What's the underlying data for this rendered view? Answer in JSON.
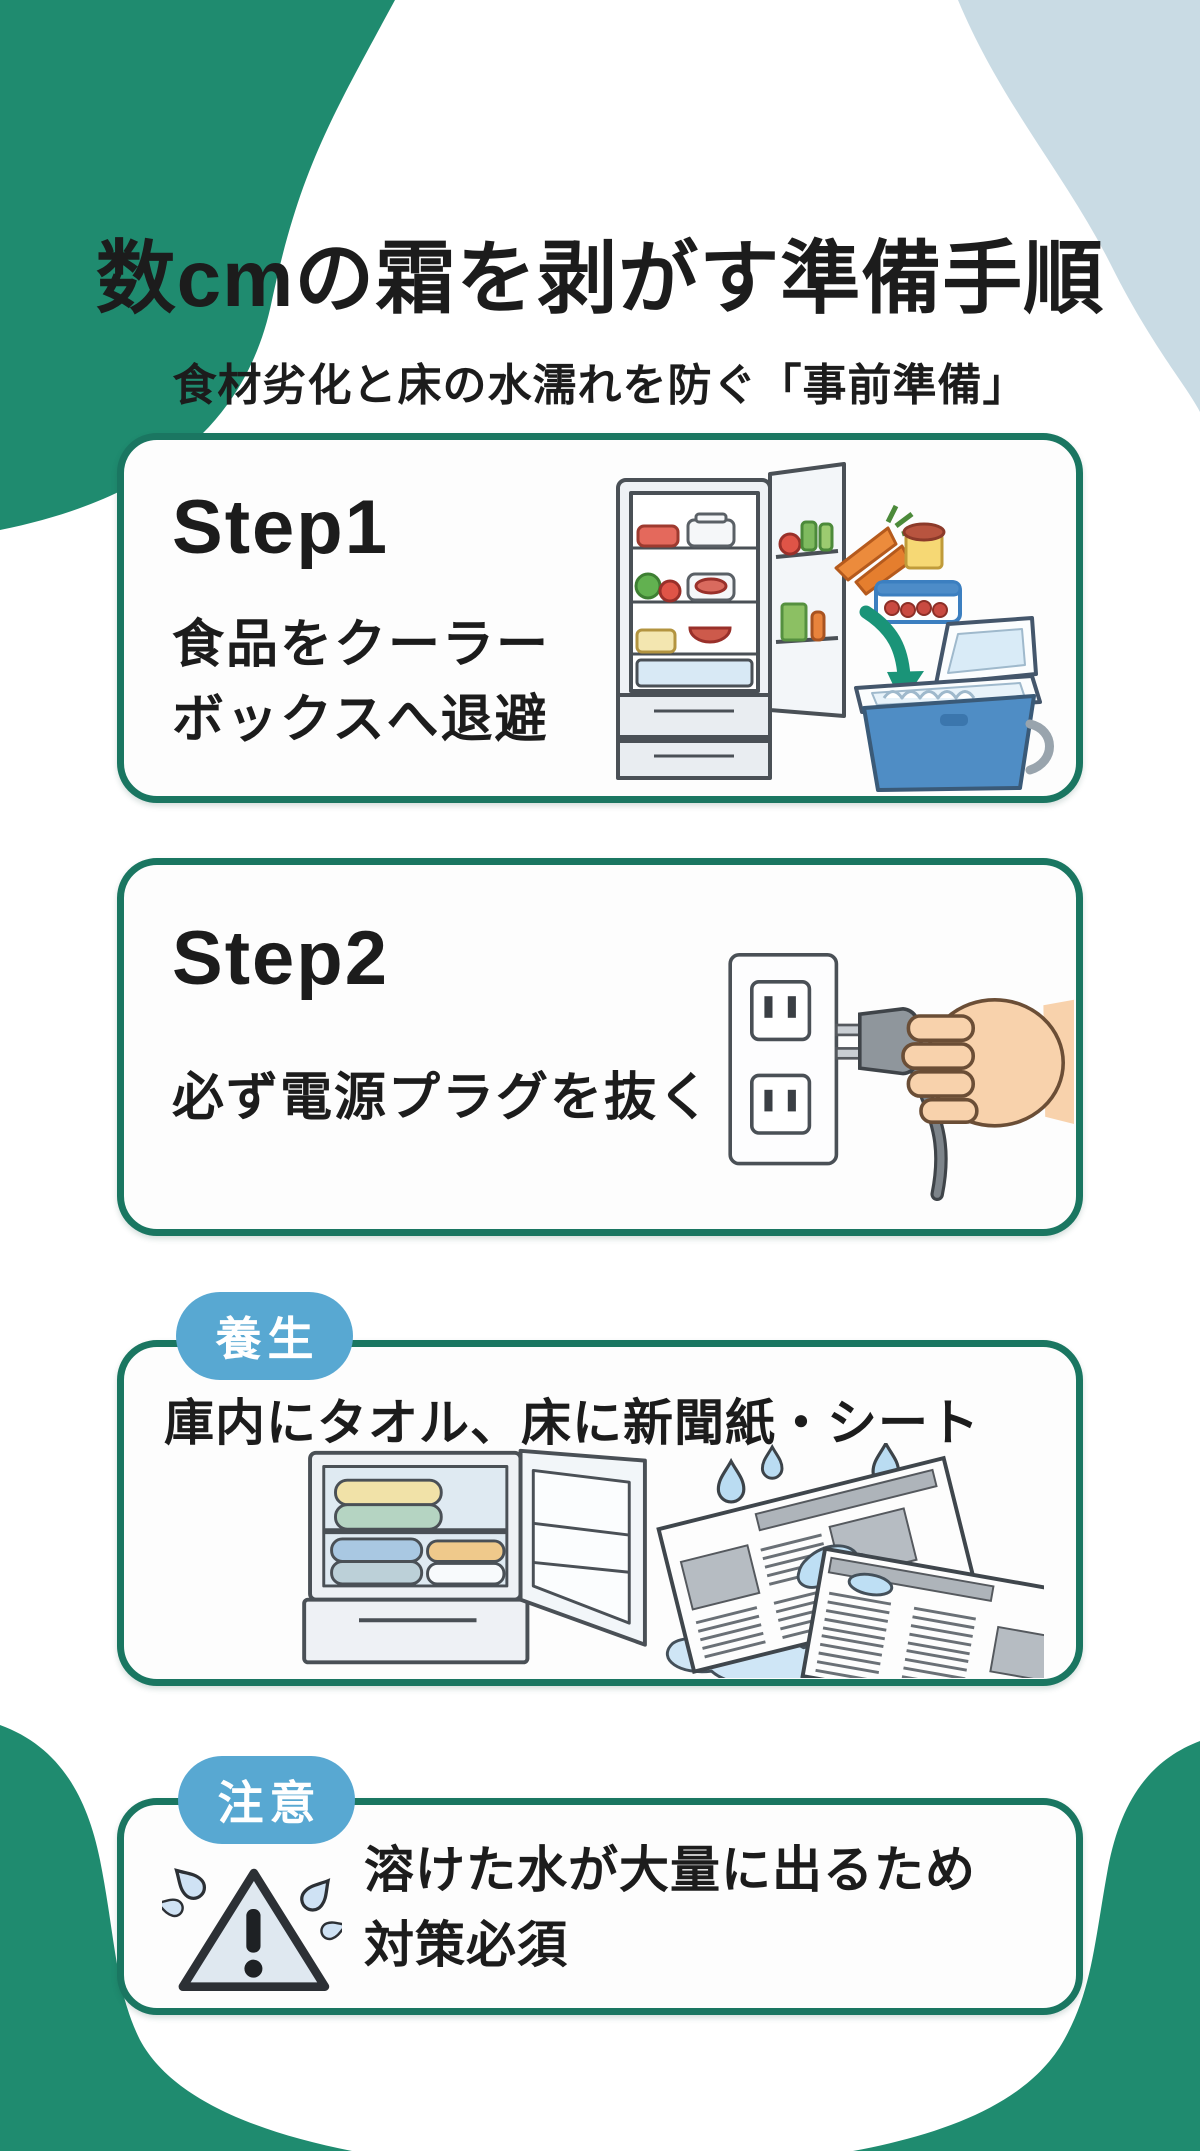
{
  "header": {
    "title": "数cmの霜を剥がす準備手順",
    "subtitle": "食材劣化と床の水濡れを防ぐ「事前準備」"
  },
  "steps": [
    {
      "label": "Step1",
      "lines": [
        "食品をクーラー",
        "ボックスへ退避"
      ],
      "illustration": "fridge-food-to-cooler-box"
    },
    {
      "label": "Step2",
      "lines": [
        "必ず電源プラグを抜く"
      ],
      "illustration": "hand-unplugging-power-plug"
    }
  ],
  "sections": [
    {
      "badge": "養生",
      "text": "庫内にタオル、床に新聞紙・シート",
      "illustrations": [
        "freezer-with-towels",
        "wet-newspapers-on-floor"
      ]
    },
    {
      "badge": "注意",
      "lines": [
        "溶けた水が大量に出るため",
        "対策必須"
      ],
      "illustration": "warning-triangle-water-splash"
    }
  ],
  "colors": {
    "background_green": "#1f8b6f",
    "background_blue_gray": "#c9dbe4",
    "card_border_teal": "#1a7661",
    "badge_blue": "#58a8d2",
    "text_black": "#1c1c1c",
    "card_background": "#fdfdfd",
    "arrow_teal": "#1a9478",
    "cooler_blue": "#4f8dc5"
  }
}
